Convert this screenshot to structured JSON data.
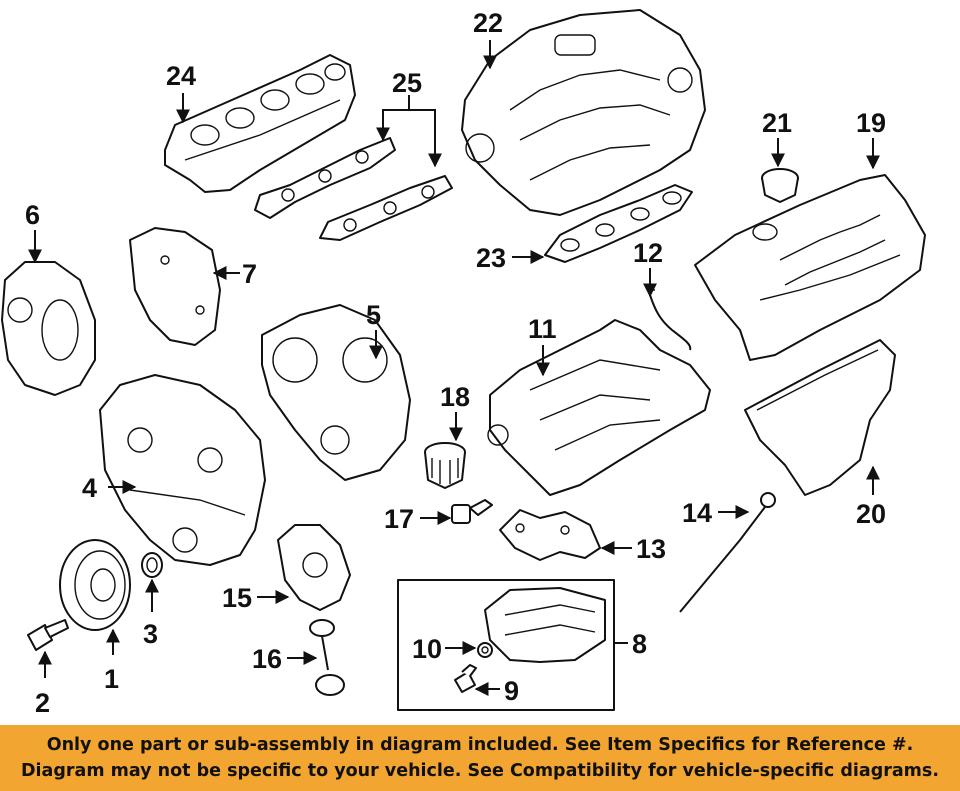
{
  "callouts": [
    "1",
    "2",
    "3",
    "4",
    "5",
    "6",
    "7",
    "8",
    "9",
    "10",
    "11",
    "12",
    "13",
    "14",
    "15",
    "16",
    "17",
    "18",
    "19",
    "20",
    "21",
    "22",
    "23",
    "24",
    "25"
  ],
  "banner": {
    "line1": "Only one part or sub-assembly in diagram included. See Item Specifics for Reference #.",
    "line2": "Diagram may not be specific to your vehicle. See Compatibility for vehicle-specific diagrams."
  },
  "colors": {
    "banner_background": "#f3a531",
    "line_art": "#111111",
    "background": "#ffffff"
  }
}
